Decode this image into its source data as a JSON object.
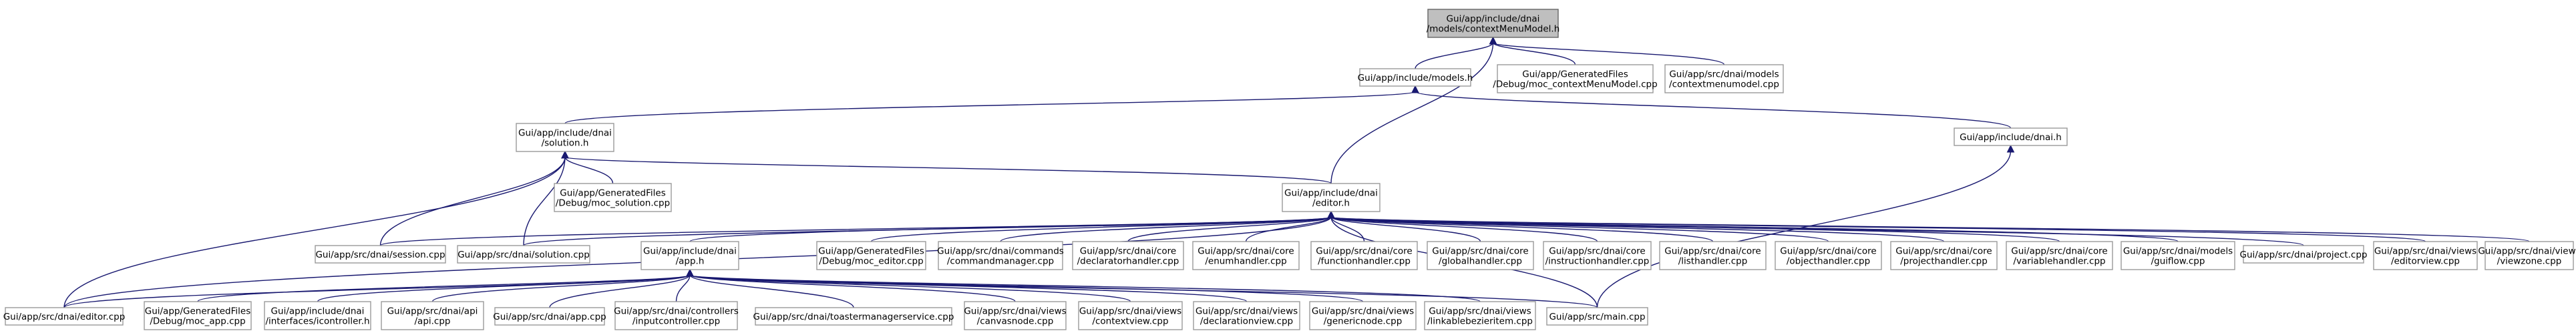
{
  "graph": {
    "colors": {
      "edge": "#191970",
      "node_border": "#999999",
      "root_fill": "#bfbfbf",
      "node_fill": "#ffffff",
      "text": "#000000"
    },
    "nodes": {
      "root": {
        "lines": [
          "Gui/app/include/dnai",
          "/models/contextMenuModel.h"
        ],
        "root": true
      },
      "models_h": {
        "lines": [
          "Gui/app/include/models.h"
        ]
      },
      "moc_contextmenu": {
        "lines": [
          "Gui/app/GeneratedFiles",
          "/Debug/moc_contextMenuModel.cpp"
        ]
      },
      "contextmenumodel_cpp": {
        "lines": [
          "Gui/app/src/dnai/models",
          "/contextmenumodel.cpp"
        ]
      },
      "solution_h": {
        "lines": [
          "Gui/app/include/dnai",
          "/solution.h"
        ]
      },
      "dnai_h": {
        "lines": [
          "Gui/app/include/dnai.h"
        ]
      },
      "moc_solution": {
        "lines": [
          "Gui/app/GeneratedFiles",
          "/Debug/moc_solution.cpp"
        ]
      },
      "editor_h": {
        "lines": [
          "Gui/app/include/dnai",
          "/editor.h"
        ]
      },
      "session_cpp": {
        "lines": [
          "Gui/app/src/dnai/session.cpp"
        ]
      },
      "solution_cpp": {
        "lines": [
          "Gui/app/src/dnai/solution.cpp"
        ]
      },
      "app_h": {
        "lines": [
          "Gui/app/include/dnai",
          "/app.h"
        ]
      },
      "moc_editor": {
        "lines": [
          "Gui/app/GeneratedFiles",
          "/Debug/moc_editor.cpp"
        ]
      },
      "commandmanager_cpp": {
        "lines": [
          "Gui/app/src/dnai/commands",
          "/commandmanager.cpp"
        ]
      },
      "declaratorhandler_cpp": {
        "lines": [
          "Gui/app/src/dnai/core",
          "/declaratorhandler.cpp"
        ]
      },
      "enumhandler_cpp": {
        "lines": [
          "Gui/app/src/dnai/core",
          "/enumhandler.cpp"
        ]
      },
      "functionhandler_cpp": {
        "lines": [
          "Gui/app/src/dnai/core",
          "/functionhandler.cpp"
        ]
      },
      "globalhandler_cpp": {
        "lines": [
          "Gui/app/src/dnai/core",
          "/globalhandler.cpp"
        ]
      },
      "instructionhandler_cpp": {
        "lines": [
          "Gui/app/src/dnai/core",
          "/instructionhandler.cpp"
        ]
      },
      "listhandler_cpp": {
        "lines": [
          "Gui/app/src/dnai/core",
          "/listhandler.cpp"
        ]
      },
      "objecthandler_cpp": {
        "lines": [
          "Gui/app/src/dnai/core",
          "/objecthandler.cpp"
        ]
      },
      "projecthandler_cpp": {
        "lines": [
          "Gui/app/src/dnai/core",
          "/projecthandler.cpp"
        ]
      },
      "variablehandler_cpp": {
        "lines": [
          "Gui/app/src/dnai/core",
          "/variablehandler.cpp"
        ]
      },
      "guiflow_cpp": {
        "lines": [
          "Gui/app/src/dnai/models",
          "/guiflow.cpp"
        ]
      },
      "project_cpp": {
        "lines": [
          "Gui/app/src/dnai/project.cpp"
        ]
      },
      "editorview_cpp": {
        "lines": [
          "Gui/app/src/dnai/views",
          "/editorview.cpp"
        ]
      },
      "viewzone_cpp": {
        "lines": [
          "Gui/app/src/dnai/views",
          "/viewzone.cpp"
        ]
      },
      "editor_cpp": {
        "lines": [
          "Gui/app/src/dnai/editor.cpp"
        ]
      },
      "moc_app": {
        "lines": [
          "Gui/app/GeneratedFiles",
          "/Debug/moc_app.cpp"
        ]
      },
      "icontroller_h": {
        "lines": [
          "Gui/app/include/dnai",
          "/interfaces/icontroller.h"
        ]
      },
      "api_cpp": {
        "lines": [
          "Gui/app/src/dnai/api",
          "/api.cpp"
        ]
      },
      "app_cpp": {
        "lines": [
          "Gui/app/src/dnai/app.cpp"
        ]
      },
      "inputcontroller_cpp": {
        "lines": [
          "Gui/app/src/dnai/controllers",
          "/inputcontroller.cpp"
        ]
      },
      "toaster_cpp": {
        "lines": [
          "Gui/app/src/dnai/toastermanagerservice.cpp"
        ]
      },
      "canvasnode_cpp": {
        "lines": [
          "Gui/app/src/dnai/views",
          "/canvasnode.cpp"
        ]
      },
      "contextview_cpp": {
        "lines": [
          "Gui/app/src/dnai/views",
          "/contextview.cpp"
        ]
      },
      "declarationview_cpp": {
        "lines": [
          "Gui/app/src/dnai/views",
          "/declarationview.cpp"
        ]
      },
      "genericnode_cpp": {
        "lines": [
          "Gui/app/src/dnai/views",
          "/genericnode.cpp"
        ]
      },
      "linkablebezieritem_cpp": {
        "lines": [
          "Gui/app/src/dnai/views",
          "/linkablebezieritem.cpp"
        ]
      },
      "main_cpp": {
        "lines": [
          "Gui/app/src/main.cpp"
        ]
      }
    },
    "edges": [
      [
        "models_h",
        "root"
      ],
      [
        "moc_contextmenu",
        "root"
      ],
      [
        "contextmenumodel_cpp",
        "root"
      ],
      [
        "editor_h",
        "root"
      ],
      [
        "solution_h",
        "models_h"
      ],
      [
        "dnai_h",
        "models_h"
      ],
      [
        "moc_solution",
        "solution_h"
      ],
      [
        "session_cpp",
        "solution_h"
      ],
      [
        "solution_cpp",
        "solution_h"
      ],
      [
        "editor_cpp",
        "solution_h"
      ],
      [
        "editor_h",
        "solution_h"
      ],
      [
        "main_cpp",
        "dnai_h"
      ],
      [
        "session_cpp",
        "editor_h"
      ],
      [
        "solution_cpp",
        "editor_h"
      ],
      [
        "app_h",
        "editor_h"
      ],
      [
        "moc_editor",
        "editor_h"
      ],
      [
        "commandmanager_cpp",
        "editor_h"
      ],
      [
        "declaratorhandler_cpp",
        "editor_h"
      ],
      [
        "enumhandler_cpp",
        "editor_h"
      ],
      [
        "functionhandler_cpp",
        "editor_h"
      ],
      [
        "globalhandler_cpp",
        "editor_h"
      ],
      [
        "instructionhandler_cpp",
        "editor_h"
      ],
      [
        "listhandler_cpp",
        "editor_h"
      ],
      [
        "objecthandler_cpp",
        "editor_h"
      ],
      [
        "projecthandler_cpp",
        "editor_h"
      ],
      [
        "variablehandler_cpp",
        "editor_h"
      ],
      [
        "guiflow_cpp",
        "editor_h"
      ],
      [
        "project_cpp",
        "editor_h"
      ],
      [
        "editorview_cpp",
        "editor_h"
      ],
      [
        "viewzone_cpp",
        "editor_h"
      ],
      [
        "editor_cpp",
        "editor_h"
      ],
      [
        "main_cpp",
        "editor_h"
      ],
      [
        "editor_cpp",
        "app_h"
      ],
      [
        "moc_app",
        "app_h"
      ],
      [
        "icontroller_h",
        "app_h"
      ],
      [
        "api_cpp",
        "app_h"
      ],
      [
        "app_cpp",
        "app_h"
      ],
      [
        "inputcontroller_cpp",
        "app_h"
      ],
      [
        "toaster_cpp",
        "app_h"
      ],
      [
        "canvasnode_cpp",
        "app_h"
      ],
      [
        "contextview_cpp",
        "app_h"
      ],
      [
        "declarationview_cpp",
        "app_h"
      ],
      [
        "genericnode_cpp",
        "app_h"
      ],
      [
        "linkablebezieritem_cpp",
        "app_h"
      ],
      [
        "main_cpp",
        "app_h"
      ]
    ]
  }
}
